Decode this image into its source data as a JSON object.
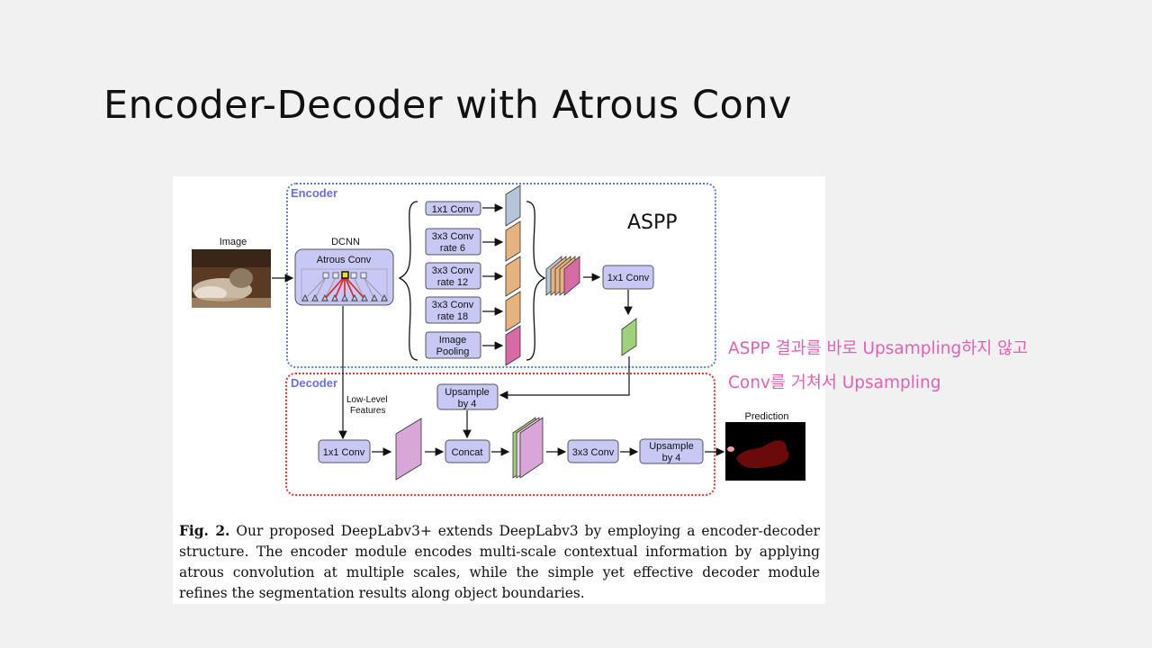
{
  "slide": {
    "title": "Encoder-Decoder with Atrous Conv",
    "aspp_label": "ASPP",
    "notes": [
      "ASPP 결과를 바로 Upsampling하지 않고",
      "Conv를 거쳐서 Upsampling"
    ]
  },
  "figure": {
    "encoder_label": "Encoder",
    "decoder_label": "Decoder",
    "image_label": "Image",
    "dcnn_label": "DCNN",
    "atrous_conv": "Atrous Conv",
    "aspp_branches": [
      [
        "1x1 Conv"
      ],
      [
        "3x3 Conv",
        "rate 6"
      ],
      [
        "3x3 Conv",
        "rate 12"
      ],
      [
        "3x3 Conv",
        "rate 18"
      ],
      [
        "Image",
        "Pooling"
      ]
    ],
    "encoder_1x1": "1x1 Conv",
    "low_level": [
      "Low-Level",
      "Features"
    ],
    "dec_upsample1": [
      "Upsample",
      "by 4"
    ],
    "dec_1x1": "1x1 Conv",
    "concat": "Concat",
    "dec_3x3": "3x3 Conv",
    "dec_upsample2": [
      "Upsample",
      "by 4"
    ],
    "prediction_label": "Prediction",
    "colors": {
      "encoder_border": "#5a7fc7",
      "decoder_border": "#e0353a",
      "label_blue": "#6b6ee0",
      "box_fill": "#c8c8f4"
    }
  },
  "caption": {
    "fig_label": "Fig. 2.",
    "text": "Our proposed DeepLabv3+ extends DeepLabv3 by employing a encoder-decoder structure. The encoder module encodes multi-scale contextual information by applying atrous convolution at multiple scales, while the simple yet effective decoder module refines the segmentation results along object boundaries."
  }
}
